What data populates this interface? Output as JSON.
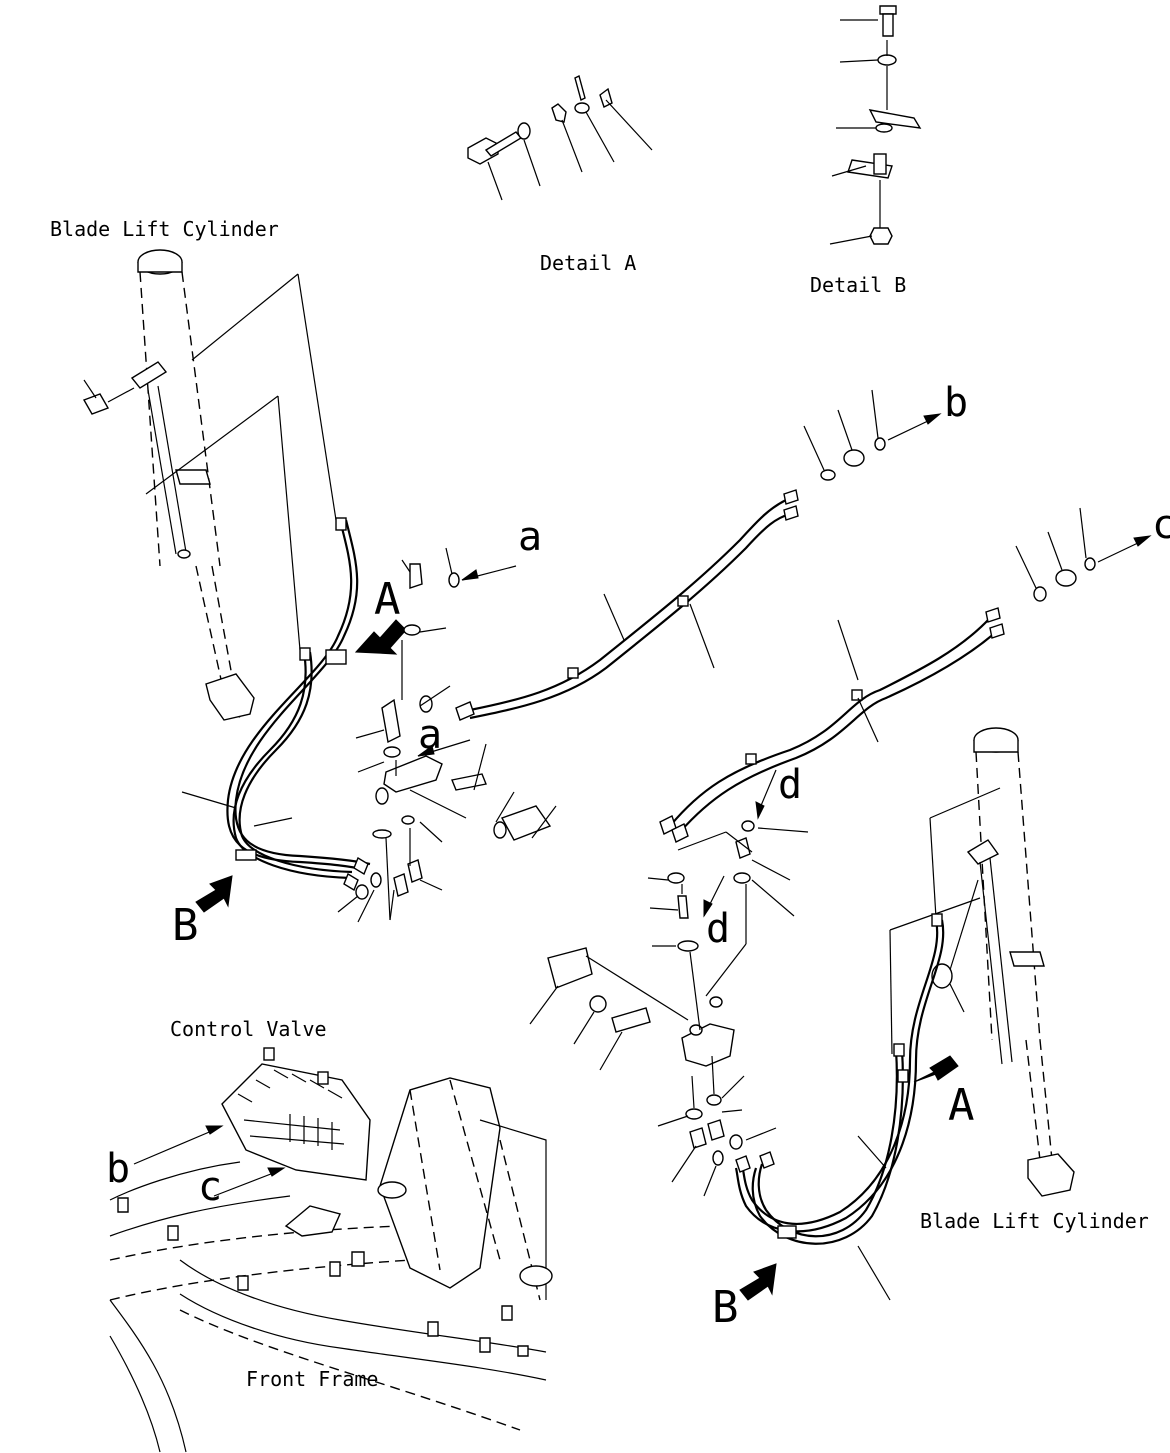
{
  "labels": {
    "blade_lift_cylinder_left": "Blade Lift Cylinder",
    "blade_lift_cylinder_right": "Blade Lift Cylinder",
    "detail_a": "Detail A",
    "detail_b": "Detail B",
    "control_valve": "Control Valve",
    "front_frame": "Front Frame"
  },
  "callouts": {
    "A_left": "A",
    "A_right": "A",
    "B_left": "B",
    "B_right": "B",
    "a_top": "a",
    "a_mid": "a",
    "b_top": "b",
    "b_frame": "b",
    "c_top": "c",
    "c_frame": "c",
    "d_upper": "d",
    "d_lower": "d"
  }
}
